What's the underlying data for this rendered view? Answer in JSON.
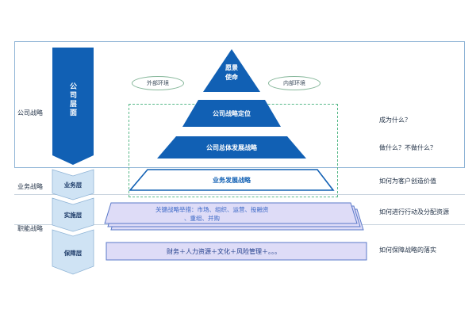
{
  "left_groups": {
    "company": "公司战略",
    "business": "业务战略",
    "functional": "职能战略"
  },
  "left_column": {
    "company_level": "公司层面",
    "business_level": "业务层",
    "implementation_level": "实施层",
    "support_level": "保障层"
  },
  "pyramid": {
    "top": [
      "愿景",
      "使命"
    ],
    "level2": "公司战略定位",
    "level3": "公司总体发展战略",
    "level4": "业务发展战略"
  },
  "environment": {
    "external": "外部环境",
    "internal": "内部环境"
  },
  "bands": {
    "key_strategy_line1": "关键战略举措：市场、组织、运营、投融资",
    "key_strategy_line2": "、重组、并购",
    "support_items": "财务＋人力资源＋文化＋风险管理＋。。。"
  },
  "right_labels": {
    "q1": "成为什么？",
    "q2": "做什么？不做什么？",
    "q3": "如何为客户创造价值",
    "q4": "如何进行行动及分配资源",
    "q5": "如何保障战略的落实"
  },
  "colors": {
    "primary_blue": "#1160b4",
    "light_blue": "#cfe3f4",
    "band_purple": "#dedcf7",
    "band_border": "#5a79c8",
    "dashed_green": "#58b98a"
  }
}
